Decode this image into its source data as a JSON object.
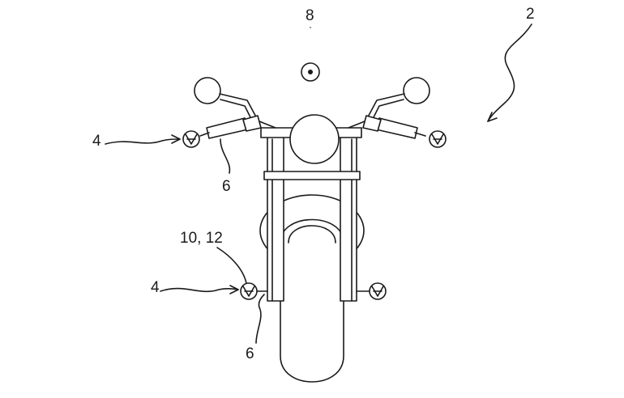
{
  "figure": {
    "labels": {
      "vehicle": "2",
      "indicator_front": "4",
      "indicator_rear": "4",
      "mount_front": "6",
      "mount_rear": "6",
      "center_sensor": "8",
      "sensor_pair": "10, 12"
    }
  }
}
